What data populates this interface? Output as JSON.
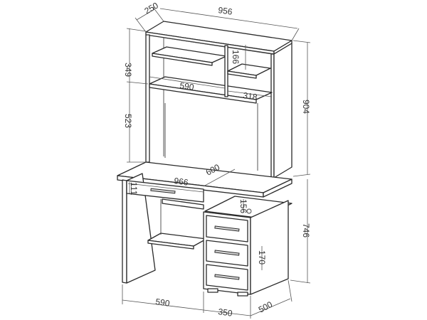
{
  "dimensions": {
    "top_depth": "250",
    "top_width": "956",
    "hutch_height": "349",
    "niche_height": "166",
    "shelf_width": "590",
    "niche_width": "318",
    "gap_height": "523",
    "total_height": "904",
    "desk_width": "966",
    "desk_depth": "600",
    "drawer_height": "111",
    "open_shelf_height": "156",
    "desk_height": "746",
    "drawer_front_height": "170",
    "left_width": "590",
    "pedestal_width": "350",
    "pedestal_depth": "500"
  },
  "colors": {
    "line": "#2a2a2a",
    "handle": "#d8d8d8",
    "background": "#ffffff"
  }
}
